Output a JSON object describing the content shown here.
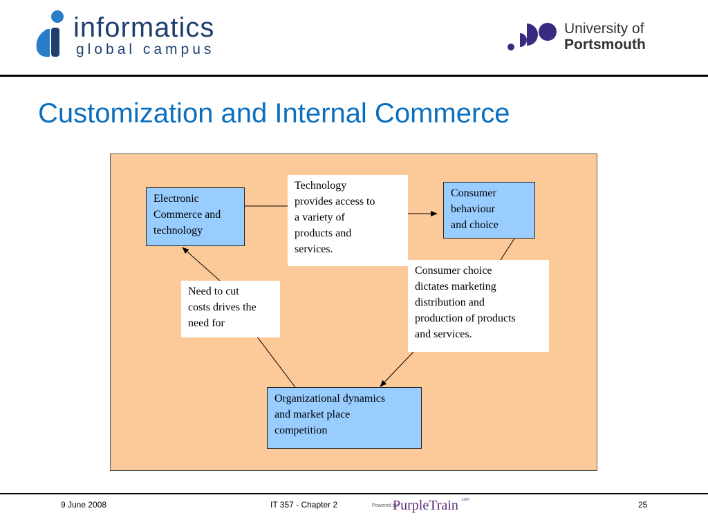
{
  "header": {
    "left_logo": {
      "line1": "informatics",
      "line2": "global campus",
      "brand_color": "#1f3f6e",
      "icon": "informatics-i-icon"
    },
    "right_logo": {
      "line1": "University of",
      "line2": "Portsmouth",
      "brand_color": "#3a2a80",
      "icon": "portsmouth-dots-icon"
    }
  },
  "slide": {
    "title": "Customization and Internal Commerce",
    "title_color": "#0b6fbf"
  },
  "diagram": {
    "background_color": "#fcc999",
    "box_color": "#99ccff",
    "nodes": {
      "ec": "Electronic\nCommerce and\ntechnology",
      "consumer": "Consumer\nbehaviour\nand choice",
      "org": "Organizational dynamics\nand market place\ncompetition"
    },
    "labels": {
      "tech": "Technology\nprovides access to\na variety of\nproducts and\nservices.",
      "choice": "Consumer choice\ndictates marketing\ndistribution and\nproduction of products\nand services.",
      "costs": "Need to cut\ncosts drives the\nneed for"
    }
  },
  "footer": {
    "date": "9 June 2008",
    "course": "IT 357 - Chapter 2",
    "powered_by": "Powered by:",
    "brand": "PurpleTrain",
    "brand_suffix": ".com",
    "page_number": "25"
  }
}
